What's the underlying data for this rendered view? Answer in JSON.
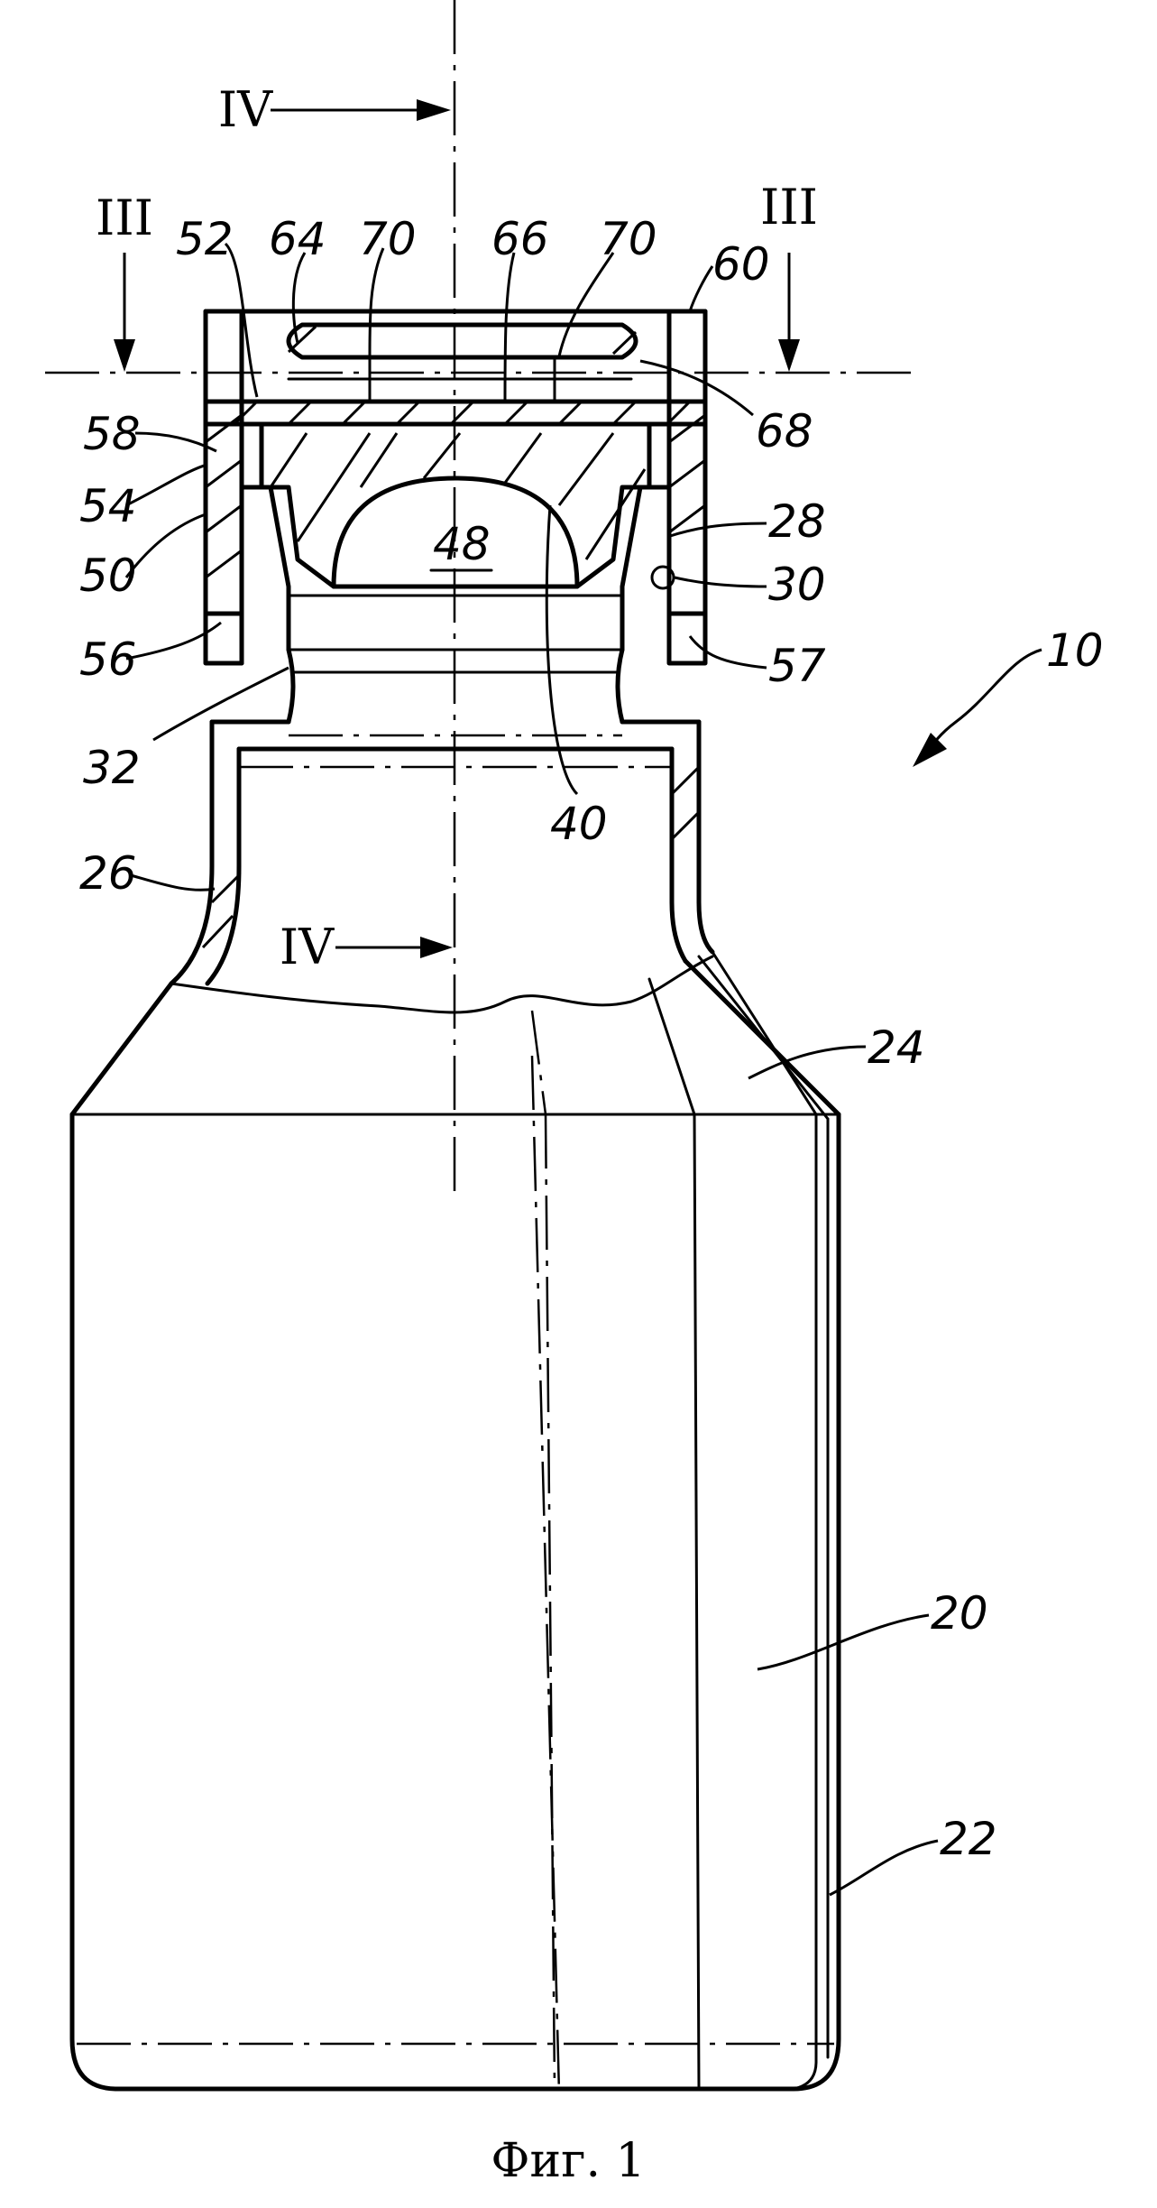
{
  "figure": {
    "caption": "Фиг. 1",
    "assembly_label": "10",
    "section_marks": {
      "iv_top": "IV",
      "iv_bottom": "IV",
      "iii_left": "III",
      "iii_right": "III"
    },
    "reference_numerals": {
      "r20": "20",
      "r22": "22",
      "r24": "24",
      "r26": "26",
      "r28": "28",
      "r30": "30",
      "r32": "32",
      "r40": "40",
      "r48": "48",
      "r50": "50",
      "r52": "52",
      "r54": "54",
      "r56": "56",
      "r57": "57",
      "r58": "58",
      "r60": "60",
      "r64": "64",
      "r66": "66",
      "r68": "68",
      "r70a": "70",
      "r70b": "70"
    }
  }
}
